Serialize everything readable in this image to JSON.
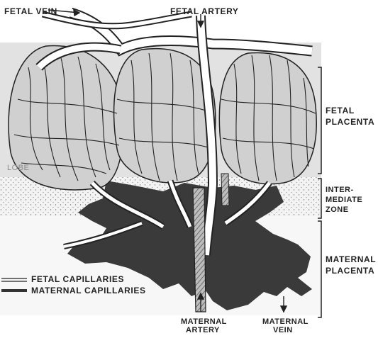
{
  "figure": {
    "labels": {
      "fetal_vein": "FETAL VEIN",
      "fetal_artery": "FETAL ARTERY",
      "fetal_placenta_1": "FETAL",
      "fetal_placenta_2": "PLACENTA",
      "lobe": "LOBE",
      "intermediate_1": "INTER-",
      "intermediate_2": "MEDIATE",
      "intermediate_3": "ZONE",
      "maternal_placenta_1": "MATERNAL",
      "maternal_placenta_2": "PLACENTA",
      "maternal_artery_1": "MATERNAL",
      "maternal_artery_2": "ARTERY",
      "maternal_vein_1": "MATERNAL",
      "maternal_vein_2": "VEIN"
    },
    "legend": {
      "fetal_capillaries": "FETAL CAPILLARIES",
      "maternal_capillaries": "MATERNAL CAPILLARIES"
    },
    "colors": {
      "ink": "#222222",
      "vessel_fill": "#ffffff",
      "lobe_shade": "#dedede",
      "zone_shade": "#ececec",
      "maternal_tissue": "#3a3a3a",
      "hatch": "#777777"
    }
  }
}
